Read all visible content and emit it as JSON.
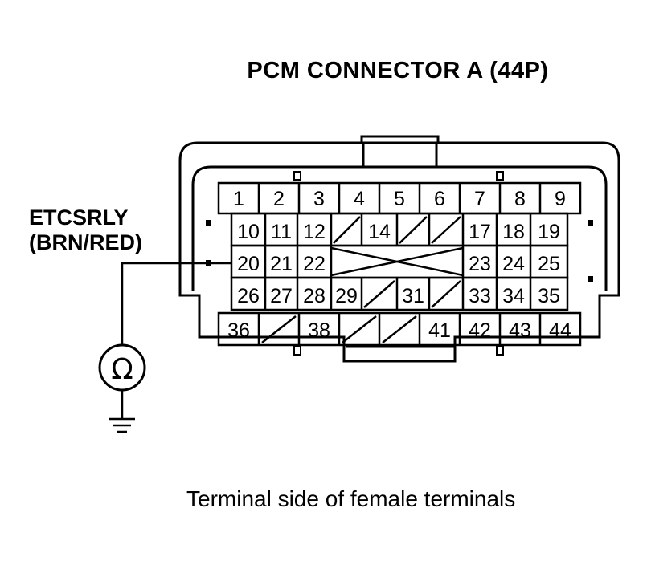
{
  "title": "PCM CONNECTOR A (44P)",
  "signal": {
    "name": "ETCSRLY",
    "wire": "(BRN/RED)"
  },
  "meter_symbol": "Ω",
  "caption": "Terminal side of female terminals",
  "connector": {
    "row1": [
      "1",
      "2",
      "3",
      "4",
      "5",
      "6",
      "7",
      "8",
      "9"
    ],
    "row2": [
      "10",
      "11",
      "12",
      "",
      "14",
      "",
      "",
      "17",
      "18",
      "19"
    ],
    "row3": [
      "20",
      "21",
      "22",
      "",
      "23",
      "24",
      "25"
    ],
    "row4": [
      "26",
      "27",
      "28",
      "29",
      "",
      "31",
      "",
      "33",
      "34",
      "35"
    ],
    "row5": [
      "36",
      "",
      "38",
      "",
      "",
      "41",
      "42",
      "43",
      "44"
    ],
    "probed_terminal": "20"
  }
}
